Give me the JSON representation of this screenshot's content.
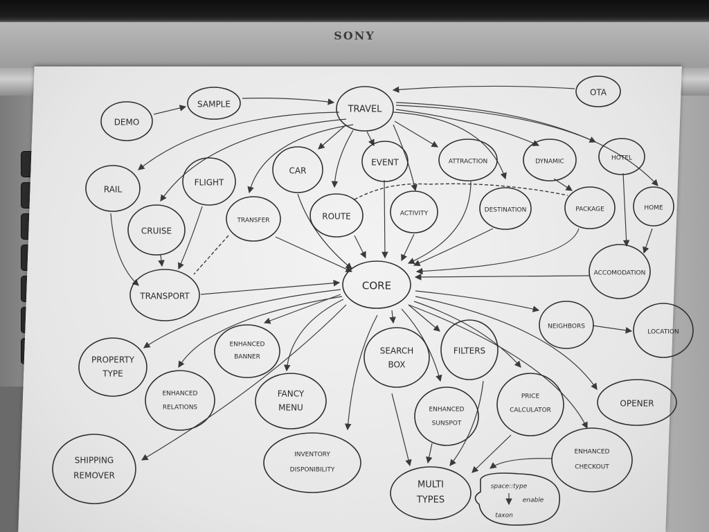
{
  "laptop": {
    "brand": "SONY"
  },
  "diagram": {
    "nodes": {
      "demo": "DEMO",
      "sample": "SAMPLE",
      "travel": "TRAVEL",
      "ota": "OTA",
      "rail": "RAIL",
      "flight": "FLIGHT",
      "car": "CAR",
      "event": "EVENT",
      "attraction": "ATTRACTION",
      "dynamic": "DYNAMIC",
      "hotel": "HOTEL",
      "cruise": "CRUISE",
      "transfer": "TRANSFER",
      "route": "ROUTE",
      "activity": "ACTIVITY",
      "destination": "DESTINATION",
      "package": "PACKAGE",
      "home": "HOME",
      "transport": "TRANSPORT",
      "core": "CORE",
      "accomodation": "ACCOMODATION",
      "neighbors": "NEIGHBORS",
      "location": "LOCATION",
      "property_type_1": "PROPERTY",
      "property_type_2": "TYPE",
      "enhanced_banner_1": "ENHANCED",
      "enhanced_banner_2": "BANNER",
      "search_box_1": "SEARCH",
      "search_box_2": "BOX",
      "filters": "FILTERS",
      "enhanced_relations_1": "ENHANCED",
      "enhanced_relations_2": "RELATIONS",
      "fancy_menu_1": "FANCY",
      "fancy_menu_2": "MENU",
      "enhanced_sunspot_1": "ENHANCED",
      "enhanced_sunspot_2": "SUNSPOT",
      "price_calculator_1": "PRICE",
      "price_calculator_2": "CALCULATOR",
      "opener": "OPENER",
      "shipping_remover_1": "SHIPPING",
      "shipping_remover_2": "REMOVER",
      "inventory_1": "INVENTORY",
      "inventory_2": "DISPONIBILITY",
      "multi_types_1": "MULTI",
      "multi_types_2": "TYPES",
      "enhanced_checkout_1": "ENHANCED",
      "enhanced_checkout_2": "CHECKOUT"
    },
    "note": {
      "line1": "space::type",
      "line2": "enable",
      "line3": "taxon"
    }
  }
}
